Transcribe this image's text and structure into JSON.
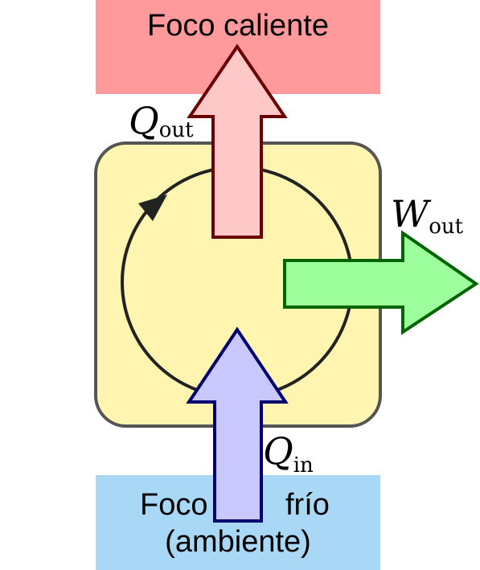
{
  "hot_reservoir": {
    "label": "Foco caliente",
    "color": "#ff9a9c"
  },
  "cold_reservoir": {
    "label_line1_left": "Foco",
    "label_line1_right": "frío",
    "label_line2": "(ambiente)",
    "color": "#a8d8f5"
  },
  "engine": {
    "fill": "#fff4b0",
    "stroke": "#555555"
  },
  "cycle": {
    "direction": "counterclockwise"
  },
  "q_out": {
    "symbol": "Q",
    "subscript": "out",
    "fill": "#ffc8c8",
    "stroke": "#6b0000"
  },
  "q_in": {
    "symbol": "Q",
    "subscript": "in",
    "fill": "#c8c8ff",
    "stroke": "#000070"
  },
  "w_out": {
    "symbol": "W",
    "subscript": "out",
    "fill": "#9cff9c",
    "stroke": "#006400"
  }
}
